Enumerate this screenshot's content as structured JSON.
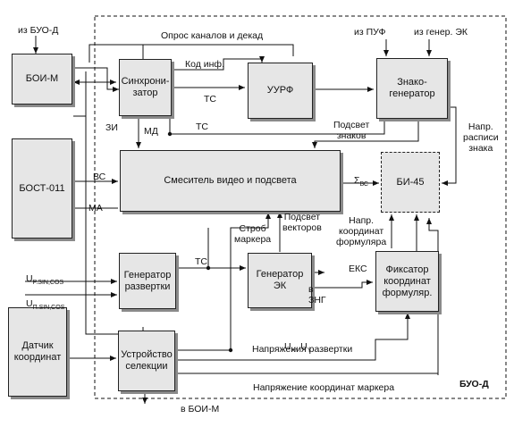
{
  "blocks": {
    "boi_m": "БОИ-М",
    "bost": "БОСТ-011",
    "datchik": "Датчик\nкоординат",
    "sync": "Синхрони-\nзатор",
    "uurf": "УУРФ",
    "znako": "Знако-\nгенератор",
    "mixer": "Смеситель видео и подсвета",
    "bi45": "БИ-45",
    "gen_razv": "Генератор\nразвертки",
    "gen_ek": "Генератор\nЭК",
    "fiksator": "Фиксатор\nкоординат\nформуляр.",
    "ustr_sel": "Устройство\nселекции"
  },
  "labels": {
    "iz_buo_d": "из БУО-Д",
    "opros": "Опрос каналов и декад",
    "iz_puf": "из ПУФ",
    "iz_gener_ek": "из генер. ЭК",
    "kod_inf": "Код инф.",
    "tc1": "ТС",
    "tc2": "ТС",
    "tc3": "ТС",
    "zi": "ЗИ",
    "md": "МД",
    "podsvet_znakov": "Подсвет\nзнаков",
    "napr_raspisi": "Напр.\nрасписи\nзнака",
    "vc": "ВС",
    "ma": "МА",
    "sigma_main": "Σ",
    "sigma_sub": "ВС",
    "strob": "Строб\nмаркера",
    "podsvet_vektorov": "Подсвет\nвекторов",
    "napr_koord": "Напр.\nкоординат\nформуляра",
    "u_p_main": "U",
    "u_p_sub": "P.SIN,COS",
    "u_pi_main": "U",
    "u_pi_sub": "П.SIN,COS",
    "eks": "ЕКС",
    "v_zng": "в\nЗНГ",
    "ux_uy": "U",
    "ux_sub": "X",
    "uy_mid": ", U",
    "uy_sub": "Y",
    "napr_razv": "Напряжения развертки",
    "napr_koord_marker": "Напряжение координат маркера",
    "buo_d": "БУО-Д",
    "v_boi_m": "в БОИ-М"
  }
}
